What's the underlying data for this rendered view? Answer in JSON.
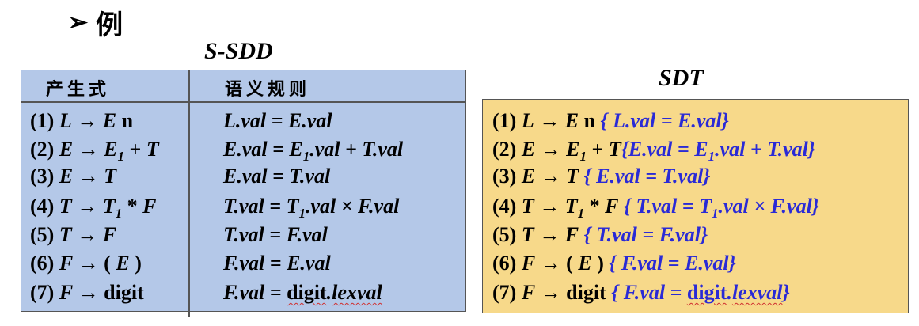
{
  "heading": {
    "arrow": "➢",
    "text": "例"
  },
  "labels": {
    "ssdd": "S-SDD",
    "sdt": "SDT"
  },
  "table_headers": {
    "production": "产生式",
    "rule": "语义规则"
  },
  "productions": [
    "(1) L → E n",
    "(2) E → E1 + T",
    "(3) E → T",
    "(4) T → T1 * F",
    "(5) T → F",
    "(6) F → ( E )",
    "(7) F → digit"
  ],
  "rules": [
    "L.val = E.val",
    "E.val = E1.val + T.val",
    "E.val = T.val",
    "T.val = T1.val × F.val",
    "T.val = F.val",
    "F.val = E.val",
    "F.val = digit.lexval"
  ],
  "sdt_lines": [
    {
      "production": "(1) L → E n ",
      "action": "{ L.val = E.val}"
    },
    {
      "production": "(2) E → E1 + T",
      "action": "{E.val = E1.val + T.val}"
    },
    {
      "production": "(3) E → T ",
      "action": "{ E.val = T.val}"
    },
    {
      "production": "(4) T → T1 * F ",
      "action": "{ T.val = T1.val × F.val}"
    },
    {
      "production": "(5) T → F ",
      "action": "{ T.val = F.val}"
    },
    {
      "production": "(6) F → ( E ) ",
      "action": "{ F.val = E.val}"
    },
    {
      "production": "(7) F → digit ",
      "action": "{ F.val = digit.lexval}"
    }
  ],
  "colors": {
    "sdd_background": "#b4c8e8",
    "sdt_background": "#f7d98a",
    "action_text": "#2a2ad6",
    "spell_underline": "#d03030"
  }
}
